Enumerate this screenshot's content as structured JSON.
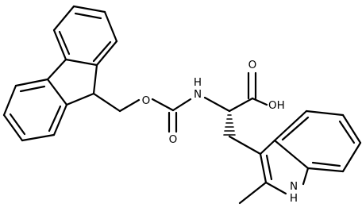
{
  "molecule": {
    "atoms": {
      "o_ether": "O",
      "nh_amide": "H\nN",
      "o_carbonyl": "O",
      "o_carboxyl": "O",
      "oh_carboxyl": "OH",
      "nh_indole": "H\nN"
    }
  }
}
